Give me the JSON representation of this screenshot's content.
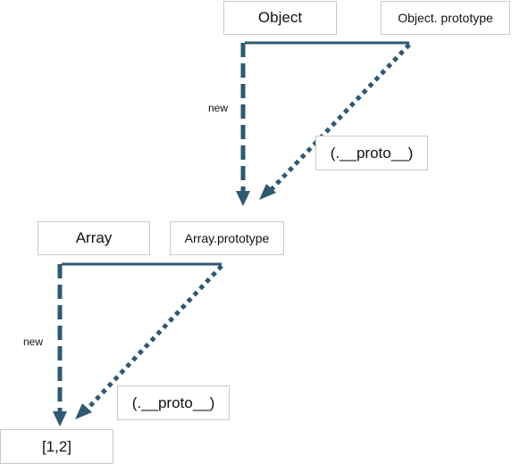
{
  "nodes": {
    "object": "Object",
    "object_prototype": "Object. prototype",
    "array": "Array",
    "array_prototype": "Array.prototype",
    "instance": "[1,2]"
  },
  "edges": {
    "object_new_label": "new",
    "object_proto_label": "(.__proto__)",
    "array_new_label": "new",
    "array_proto_label": "(.__proto__)"
  },
  "colors": {
    "arrow": "#2e5873",
    "box_border": "#c9c9c9"
  }
}
